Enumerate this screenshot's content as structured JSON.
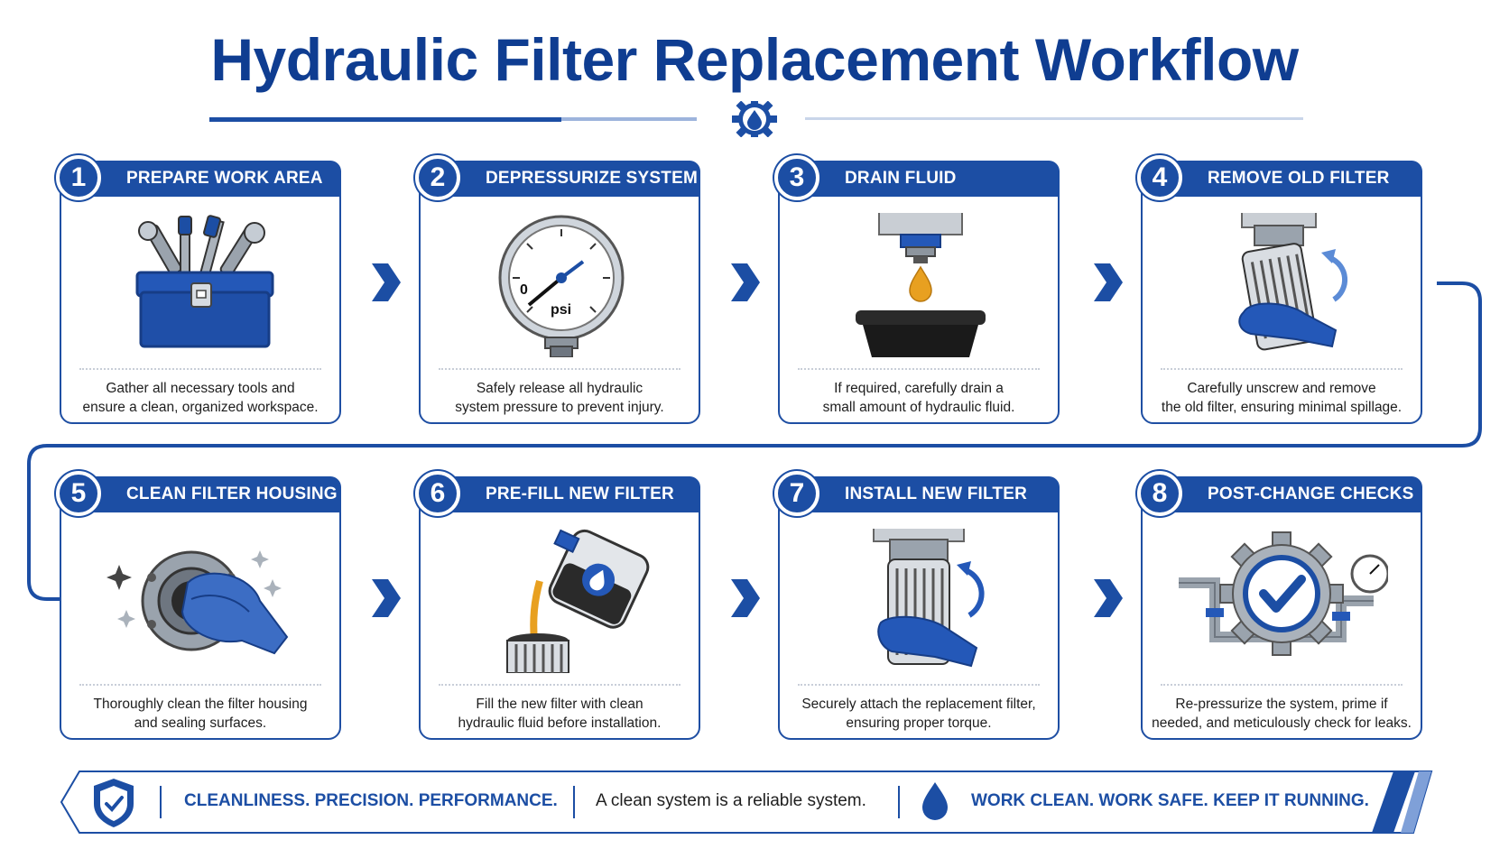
{
  "title": "Hydraulic Filter Replacement Workflow",
  "colors": {
    "primary": "#1c4ea4",
    "title": "#0f3d91",
    "fluid": "#e8a020"
  },
  "steps": [
    {
      "num": "1",
      "title": "PREPARE WORK AREA",
      "icon": "toolbox-icon",
      "desc1": "Gather all necessary tools and",
      "desc2": "ensure a clean, organized workspace."
    },
    {
      "num": "2",
      "title": "DEPRESSURIZE SYSTEM",
      "icon": "pressure-gauge-icon",
      "gauge_zero": "0",
      "gauge_unit": "psi",
      "desc1": "Safely release all hydraulic",
      "desc2": "system pressure to prevent injury."
    },
    {
      "num": "3",
      "title": "DRAIN FLUID (OPTIONAL)",
      "icon": "drain-pan-icon",
      "desc1": "If required, carefully drain a",
      "desc2": "small amount of hydraulic fluid."
    },
    {
      "num": "4",
      "title": "REMOVE OLD FILTER",
      "icon": "remove-filter-icon",
      "desc1": "Carefully unscrew and remove",
      "desc2": "the old filter, ensuring minimal spillage."
    },
    {
      "num": "5",
      "title": "CLEAN FILTER HOUSING",
      "icon": "cleaning-cloth-icon",
      "desc1": "Thoroughly clean the filter housing",
      "desc2": "and sealing surfaces."
    },
    {
      "num": "6",
      "title": "PRE-FILL NEW FILTER",
      "icon": "oil-jug-icon",
      "desc1": "Fill the new filter with clean",
      "desc2": "hydraulic fluid before installation."
    },
    {
      "num": "7",
      "title": "INSTALL NEW FILTER",
      "icon": "install-filter-icon",
      "desc1": "Securely attach the replacement filter,",
      "desc2": "ensuring proper torque."
    },
    {
      "num": "8",
      "title": "POST-CHANGE CHECKS",
      "icon": "gear-check-icon",
      "desc1": "Re-pressurize the system, prime if",
      "desc2": "needed, and meticulously check for leaks."
    }
  ],
  "footer": {
    "tagline1": "CLEANLINESS. PRECISION. PERFORMANCE.",
    "tagline2": "A clean system is a reliable system.",
    "tagline3": "WORK CLEAN. WORK SAFE. KEEP IT RUNNING."
  }
}
